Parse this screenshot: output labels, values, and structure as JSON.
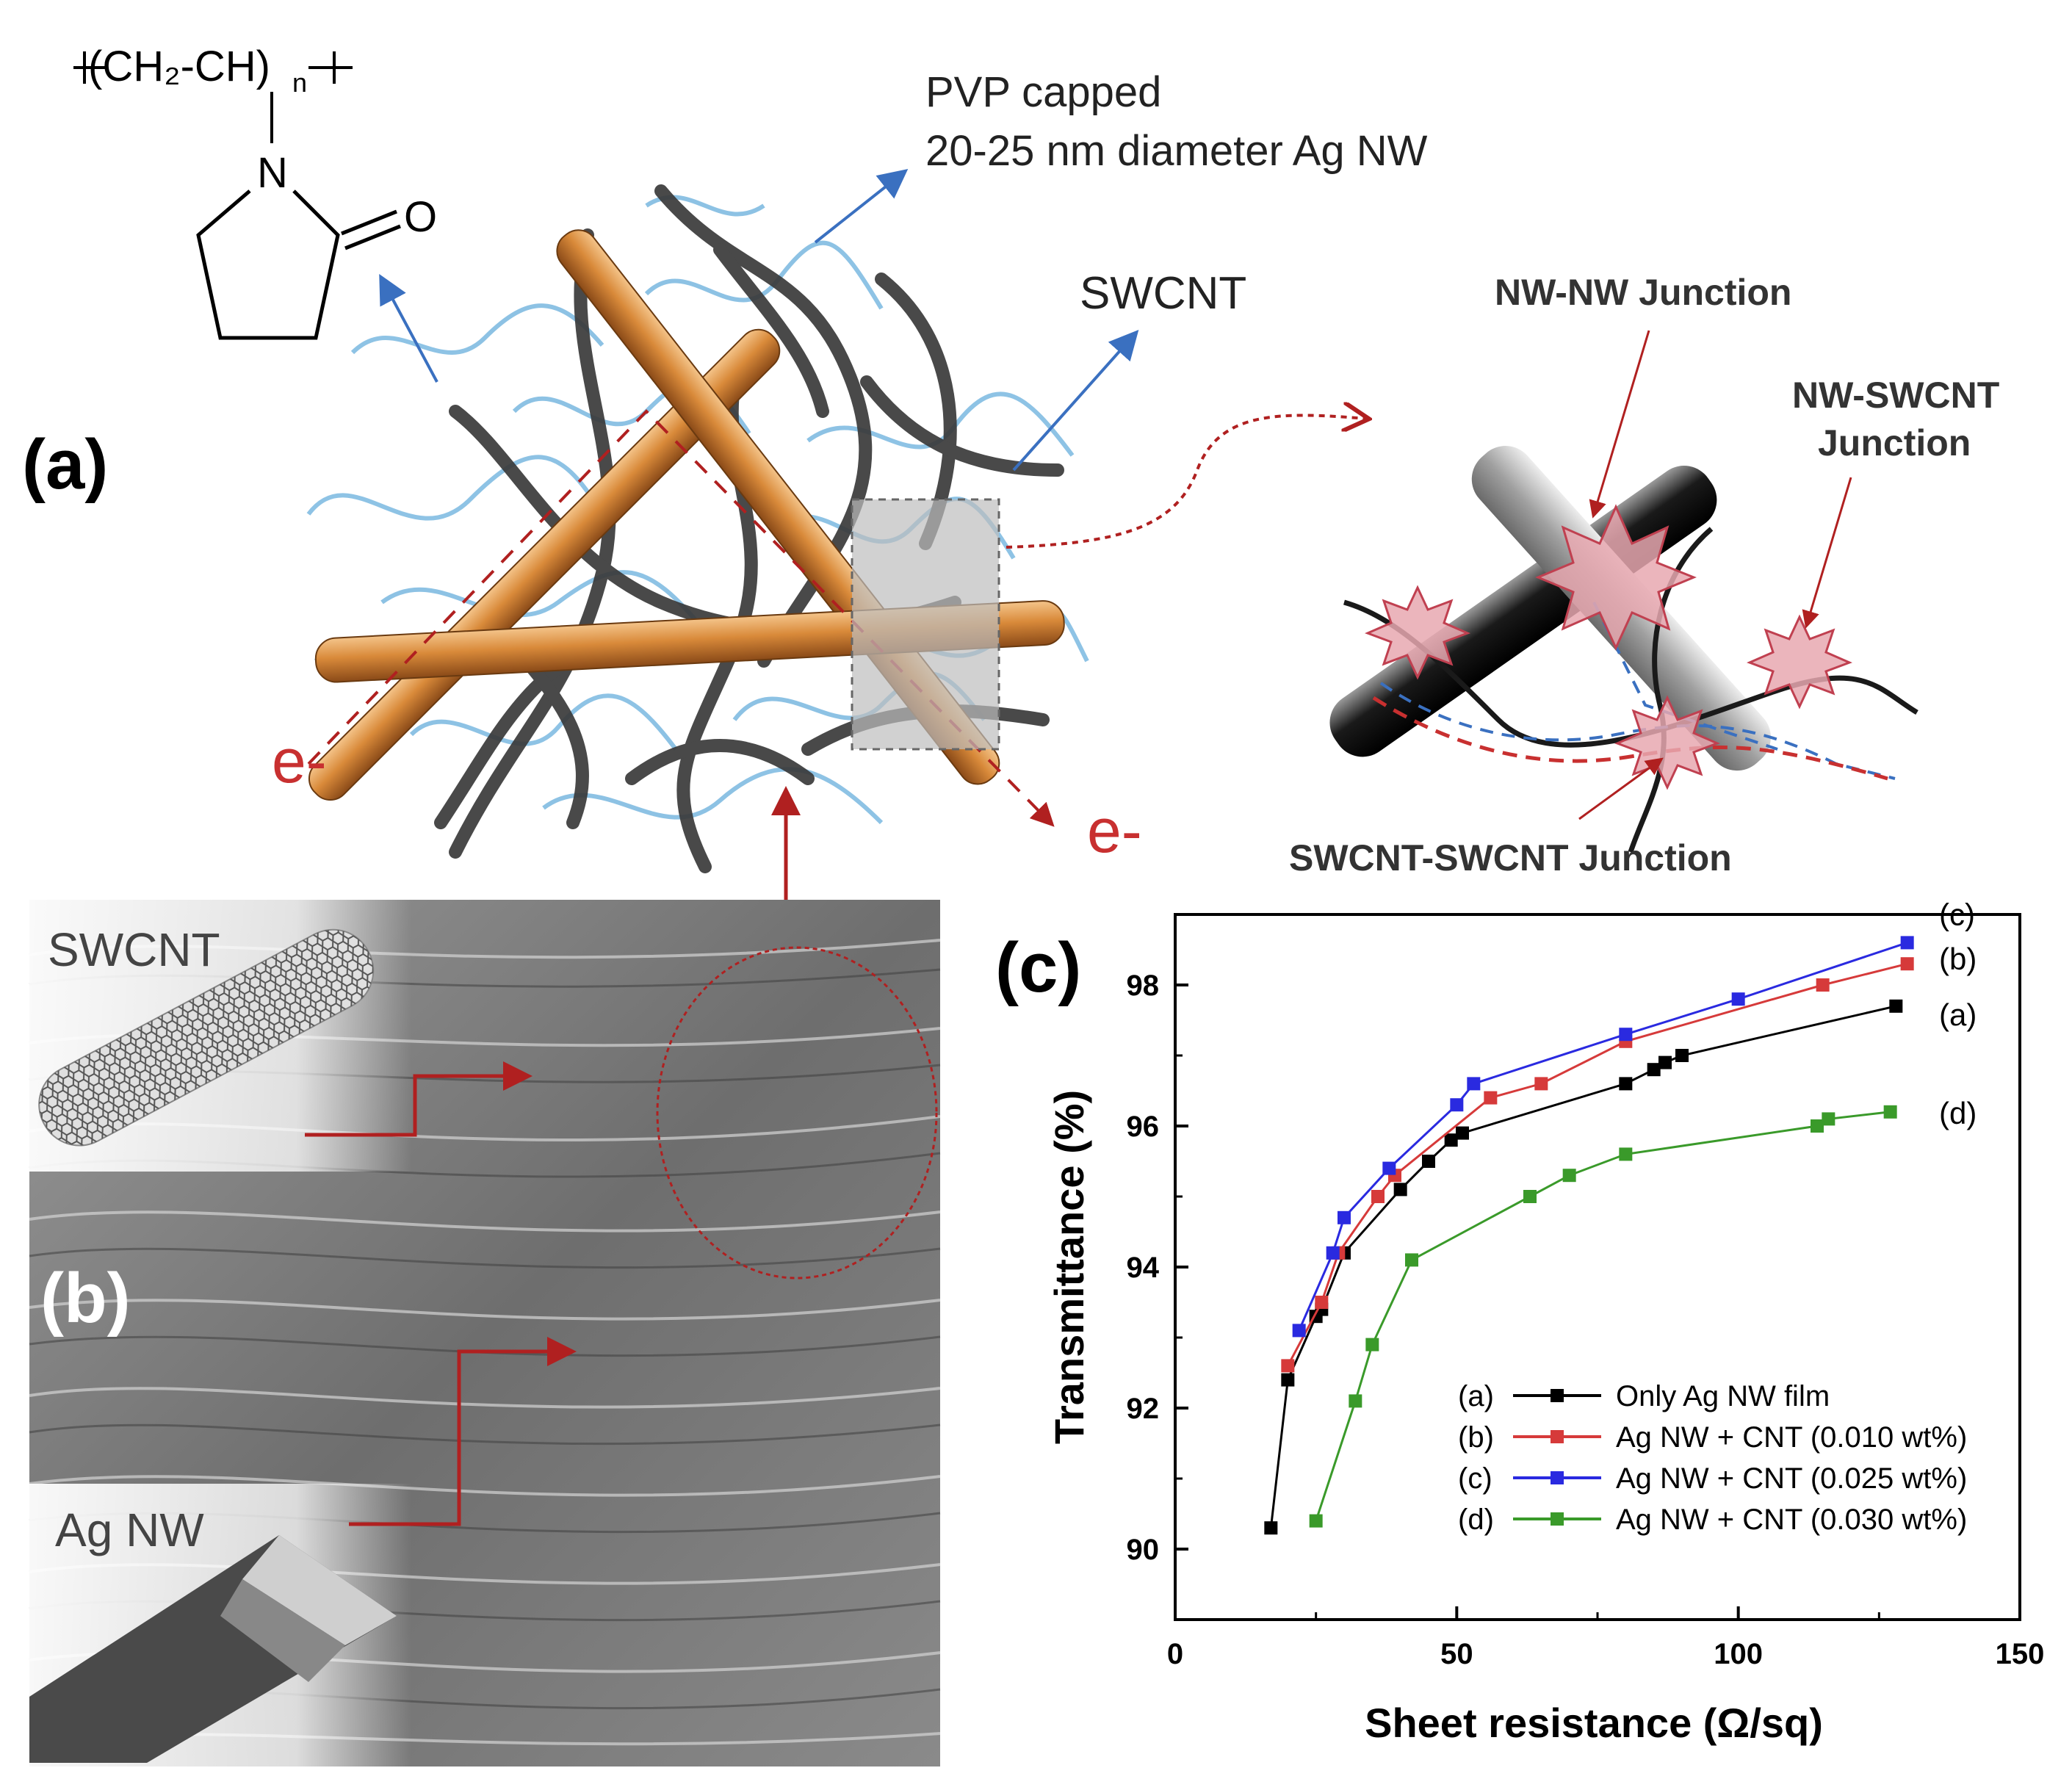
{
  "figure": {
    "panel_labels": {
      "a": "(a)",
      "b": "(b)",
      "c": "(c)"
    }
  },
  "panel_a": {
    "pvp_formula": {
      "chain": "(CH₂-CH)",
      "subscript": "n",
      "n_atom": "N",
      "o_atom": "O"
    },
    "label_pvp": "PVP capped",
    "label_diameter": "20-25 nm diameter Ag NW",
    "label_swcnt": "SWCNT",
    "electron_left": "e-",
    "electron_right": "e-",
    "junctions": {
      "nw_nw": "NW-NW Junction",
      "nw_swcnt_line1": "NW-SWCNT",
      "nw_swcnt_line2": "Junction",
      "swcnt_swcnt": "SWCNT-SWCNT Junction"
    },
    "colors": {
      "silver_nanowire": "#d98a3a",
      "swcnt": "#3a3a3a",
      "pvp": "#7ab8e0",
      "arrow_blue": "#3a70c0",
      "arrow_red": "#b02020"
    }
  },
  "panel_b": {
    "inset_swcnt_label": "SWCNT",
    "inset_agnw_label": "Ag NW"
  },
  "panel_c": {
    "chart_data": {
      "type": "line",
      "xlabel": "Sheet resistance (Ω/sq)",
      "ylabel": "Transmittance (%)",
      "xlim": [
        0,
        150
      ],
      "ylim": [
        89,
        99
      ],
      "xticks": [
        0,
        50,
        100,
        150
      ],
      "yticks": [
        90,
        92,
        94,
        96,
        98
      ],
      "grid": false,
      "legend_position": "bottom-right",
      "series": [
        {
          "name": "Only Ag NW film",
          "tag": "(a)",
          "color": "#000000",
          "x": [
            17,
            20,
            25,
            26,
            30,
            40,
            45,
            49,
            51,
            80,
            85,
            87,
            90,
            128
          ],
          "y": [
            90.3,
            92.4,
            93.3,
            93.4,
            94.2,
            95.1,
            95.5,
            95.8,
            95.9,
            96.6,
            96.8,
            96.9,
            97.0,
            97.7
          ]
        },
        {
          "name": "Ag NW + CNT (0.010 wt%)",
          "tag": "(b)",
          "color": "#d63a3a",
          "x": [
            20,
            26,
            29,
            36,
            39,
            56,
            65,
            80,
            115,
            130
          ],
          "y": [
            92.6,
            93.5,
            94.2,
            95.0,
            95.3,
            96.4,
            96.6,
            97.2,
            98.0,
            98.3
          ]
        },
        {
          "name": "Ag NW + CNT (0.025 wt%)",
          "tag": "(c)",
          "color": "#2a2ae0",
          "x": [
            22,
            28,
            30,
            38,
            50,
            53,
            80,
            100,
            130
          ],
          "y": [
            93.1,
            94.2,
            94.7,
            95.4,
            96.3,
            96.6,
            97.3,
            97.8,
            98.6
          ]
        },
        {
          "name": "Ag NW + CNT (0.030 wt%)",
          "tag": "(d)",
          "color": "#3a9a2a",
          "x": [
            25,
            32,
            35,
            42,
            63,
            70,
            80,
            114,
            116,
            127
          ],
          "y": [
            90.4,
            92.1,
            92.9,
            94.1,
            95.0,
            95.3,
            95.6,
            96.0,
            96.1,
            96.2
          ]
        }
      ]
    }
  }
}
